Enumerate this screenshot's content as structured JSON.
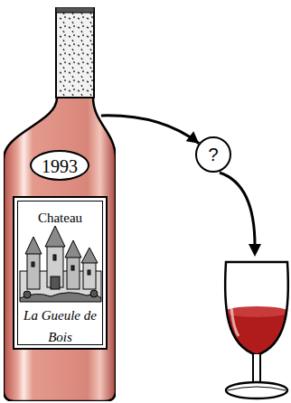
{
  "diagram": {
    "nodes": [
      {
        "text": []
      },
      {
        "text": [
          "1993"
        ],
        "in": 0
      },
      {
        "text": [
          "Chateau",
          "La Gueule de Bois"
        ],
        "in": 0
      },
      {
        "text": [
          "?"
        ]
      }
    ],
    "edges": [
      {
        "from": 0,
        "to": 3,
        "arrow": "to"
      }
    ]
  }
}
